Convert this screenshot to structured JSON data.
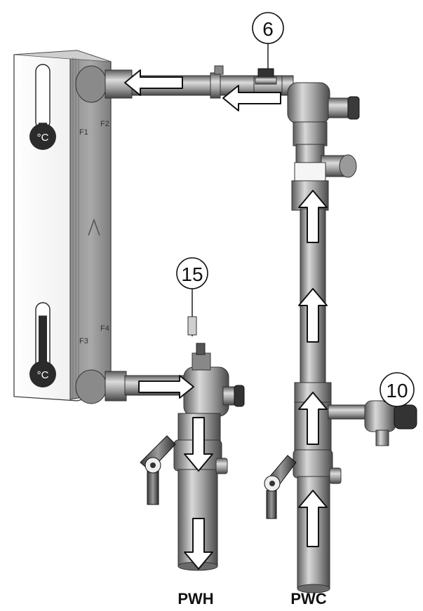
{
  "callouts": [
    {
      "id": "c6",
      "label": "6"
    },
    {
      "id": "c15",
      "label": "15"
    },
    {
      "id": "c10",
      "label": "10"
    }
  ],
  "thermometers": [
    {
      "id": "t-top",
      "unit": "°C",
      "level": 0.1
    },
    {
      "id": "t-bottom",
      "unit": "°C",
      "level": 0.85
    }
  ],
  "ports": [
    {
      "id": "F1",
      "label": "F1"
    },
    {
      "id": "F2",
      "label": "F2"
    },
    {
      "id": "F3",
      "label": "F3"
    },
    {
      "id": "F4",
      "label": "F4"
    }
  ],
  "pipe_labels": {
    "left": "PWH",
    "right": "PWC"
  },
  "colors": {
    "metal_dark": "#5a5a5a",
    "metal_mid": "#9c9c9c",
    "metal_light": "#d9d9d9",
    "plate_face": "#f2f2f2",
    "outline": "#111111"
  }
}
